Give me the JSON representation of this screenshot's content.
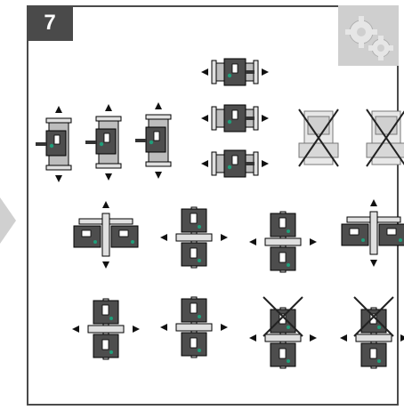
{
  "step_number": "7",
  "icons": {
    "settings": "gears-icon",
    "pointer": "triangle-pointer-icon"
  },
  "colors": {
    "frame": "#4a4a4a",
    "motor": "#4d4d4d",
    "pump_body": "#bdbdbd",
    "led": "#1f9e7a",
    "arrow": "#111111"
  },
  "positions": [
    {
      "kind": "v_dual",
      "allowed": true
    },
    {
      "kind": "v_dual",
      "allowed": true
    },
    {
      "kind": "v_dual",
      "allowed": true
    },
    {
      "kind": "h_dual",
      "allowed": true
    },
    {
      "kind": "h_dual",
      "allowed": true
    },
    {
      "kind": "h_dual",
      "allowed": true
    },
    {
      "kind": "forbidden",
      "allowed": false
    },
    {
      "kind": "forbidden",
      "allowed": false
    },
    {
      "kind": "twin_h",
      "allowed": true
    },
    {
      "kind": "twin_v",
      "allowed": true
    },
    {
      "kind": "twin_v",
      "allowed": true
    },
    {
      "kind": "twin_h",
      "allowed": true
    },
    {
      "kind": "twin_v",
      "allowed": true
    },
    {
      "kind": "twin_v",
      "allowed": true
    },
    {
      "kind": "twin_v",
      "allowed": false
    },
    {
      "kind": "twin_v",
      "allowed": false
    }
  ]
}
